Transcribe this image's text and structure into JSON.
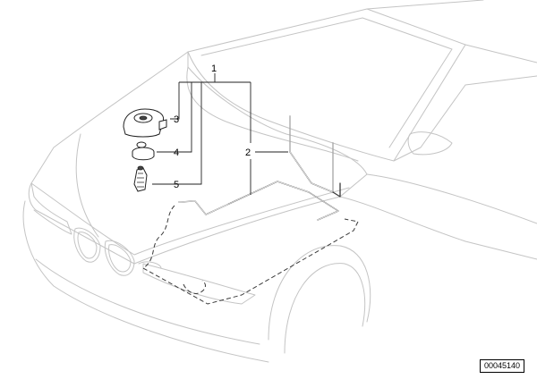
{
  "callouts": {
    "c1": "1",
    "c2": "2",
    "c3": "3",
    "c4": "4",
    "c5": "5"
  },
  "reference_number": "00045140"
}
